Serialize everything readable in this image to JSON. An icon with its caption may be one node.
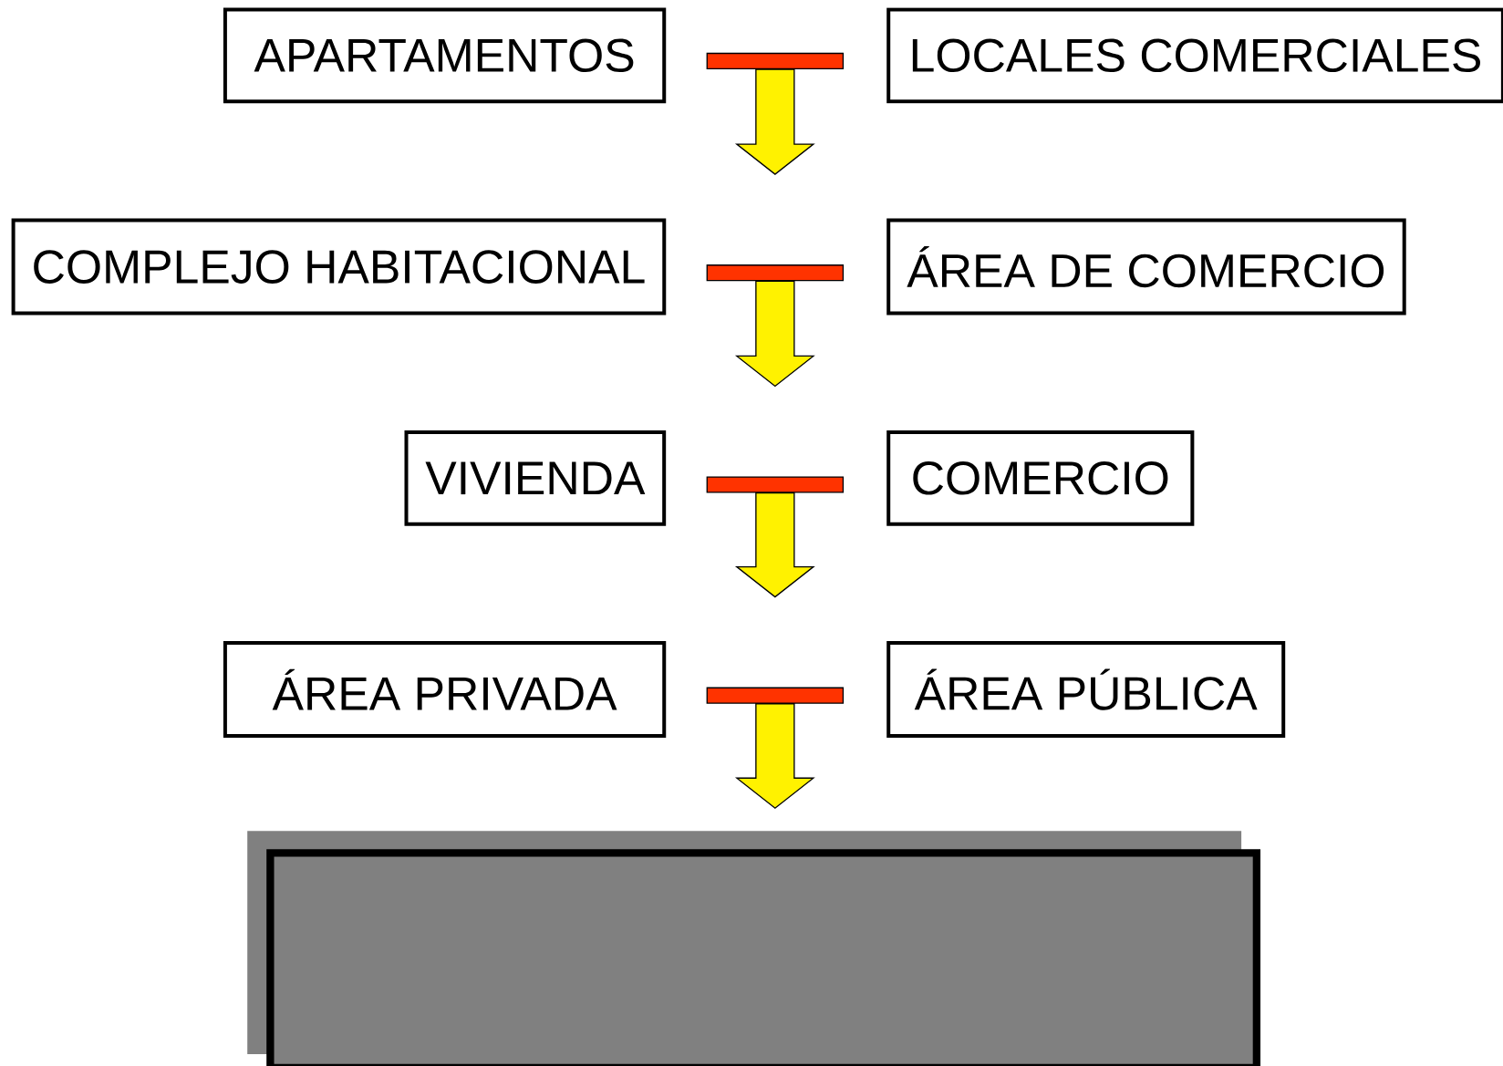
{
  "diagram": {
    "nodes": [
      {
        "text": [
          "APARTAMENTOS"
        ]
      },
      {
        "text": [],
        "shape": "bar"
      },
      {
        "text": [
          "LOCALES COMERCIALES"
        ]
      },
      {
        "text": [
          "COMPLEJO HABITACIONAL"
        ]
      },
      {
        "text": [],
        "shape": "bar"
      },
      {
        "text": [
          "ÁREA DE COMERCIO"
        ]
      },
      {
        "text": [
          "VIVIENDA"
        ]
      },
      {
        "text": [],
        "shape": "bar"
      },
      {
        "text": [
          "COMERCIO"
        ]
      },
      {
        "text": [
          "ÁREA PRIVADA"
        ]
      },
      {
        "text": [],
        "shape": "bar"
      },
      {
        "text": [
          "ÁREA PÚBLICA"
        ]
      },
      {
        "text": [],
        "shape": "box"
      }
    ],
    "edges": [
      {
        "from": 1,
        "to": 4,
        "arrow": "to"
      },
      {
        "from": 4,
        "to": 7,
        "arrow": "to"
      },
      {
        "from": 7,
        "to": 10,
        "arrow": "to"
      },
      {
        "from": 10,
        "to": 12,
        "arrow": "to"
      }
    ]
  }
}
